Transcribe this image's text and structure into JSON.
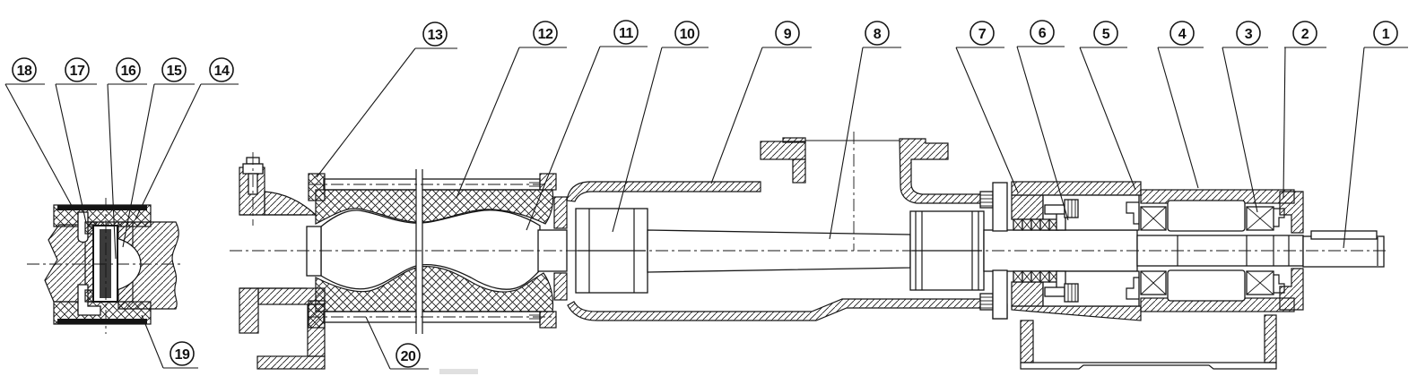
{
  "drawing": {
    "type": "engineering-sectional-drawing",
    "description": "Longitudinal cross-section of a single-screw (progressive cavity) pump with balloon part callouts 1-20 and an enlarged universal-joint pin detail view at the left",
    "background": "#ffffff",
    "line_color": "#161616",
    "pin_core_color": "#3b3b3b",
    "smudge_color": "#c6c6c6"
  },
  "style": {
    "callout_radius": 13
  },
  "callouts": [
    {
      "label": "1",
      "circle": [
        1545,
        37
      ],
      "underline": [
        1521,
        1570,
        53
      ],
      "leader": [
        1521,
        53,
        1498,
        277
      ]
    },
    {
      "label": "2",
      "circle": [
        1455,
        37
      ],
      "underline": [
        1432,
        1479,
        53
      ],
      "leader": [
        1433,
        53,
        1431,
        221
      ]
    },
    {
      "label": "3",
      "circle": [
        1392,
        37
      ],
      "underline": [
        1363,
        1414,
        53
      ],
      "leader": [
        1363,
        53,
        1402,
        237
      ]
    },
    {
      "label": "4",
      "circle": [
        1318,
        37
      ],
      "underline": [
        1291,
        1342,
        53
      ],
      "leader": [
        1291,
        53,
        1336,
        210
      ]
    },
    {
      "label": "5",
      "circle": [
        1233,
        37
      ],
      "underline": [
        1204,
        1257,
        53
      ],
      "leader": [
        1204,
        53,
        1266,
        212
      ]
    },
    {
      "label": "6",
      "circle": [
        1162,
        36
      ],
      "underline": [
        1134,
        1187,
        52
      ],
      "leader": [
        1134,
        52,
        1191,
        246
      ]
    },
    {
      "label": "7",
      "circle": [
        1095,
        37
      ],
      "underline": [
        1066,
        1120,
        53
      ],
      "leader": [
        1066,
        53,
        1135,
        215
      ]
    },
    {
      "label": "8",
      "circle": [
        978,
        37
      ],
      "underline": [
        962,
        1005,
        53
      ],
      "leader": [
        962,
        53,
        925,
        267
      ]
    },
    {
      "label": "9",
      "circle": [
        878,
        37
      ],
      "underline": [
        850,
        905,
        53
      ],
      "leader": [
        850,
        53,
        793,
        205
      ]
    },
    {
      "label": "10",
      "circle": [
        766,
        37
      ],
      "underline": [
        738,
        790,
        53
      ],
      "leader": [
        738,
        53,
        683,
        259
      ]
    },
    {
      "label": "11",
      "circle": [
        698,
        36
      ],
      "underline": [
        669,
        722,
        52
      ],
      "leader": [
        669,
        52,
        587,
        257
      ]
    },
    {
      "label": "12",
      "circle": [
        608,
        37
      ],
      "underline": [
        579,
        632,
        53
      ],
      "leader": [
        579,
        53,
        509,
        221
      ]
    },
    {
      "label": "13",
      "circle": [
        485,
        38
      ],
      "underline": [
        463,
        510,
        54
      ],
      "leader": [
        463,
        54,
        353,
        198
      ]
    },
    {
      "label": "14",
      "circle": [
        247,
        78
      ],
      "underline": [
        224,
        266,
        94
      ],
      "leader": [
        224,
        94,
        151,
        245
      ]
    },
    {
      "label": "15",
      "circle": [
        194,
        78
      ],
      "underline": [
        172,
        217,
        94
      ],
      "leader": [
        172,
        94,
        137,
        276
      ]
    },
    {
      "label": "16",
      "circle": [
        143,
        78
      ],
      "underline": [
        120,
        164,
        94
      ],
      "leader": [
        120,
        94,
        129,
        289
      ]
    },
    {
      "label": "17",
      "circle": [
        86,
        78
      ],
      "underline": [
        62,
        108,
        94
      ],
      "leader": [
        62,
        94,
        96,
        249
      ]
    },
    {
      "label": "18",
      "circle": [
        27,
        78
      ],
      "underline": [
        6,
        50,
        94
      ],
      "leader": [
        6,
        94,
        80,
        230
      ]
    },
    {
      "label": "19",
      "circle": [
        203,
        395
      ],
      "underline": [
        182,
        221,
        411
      ],
      "leader": [
        182,
        411,
        158,
        352
      ]
    },
    {
      "label": "20",
      "circle": [
        455,
        397
      ],
      "underline": [
        435,
        478,
        412
      ],
      "leader": [
        435,
        412,
        408,
        354
      ]
    }
  ]
}
